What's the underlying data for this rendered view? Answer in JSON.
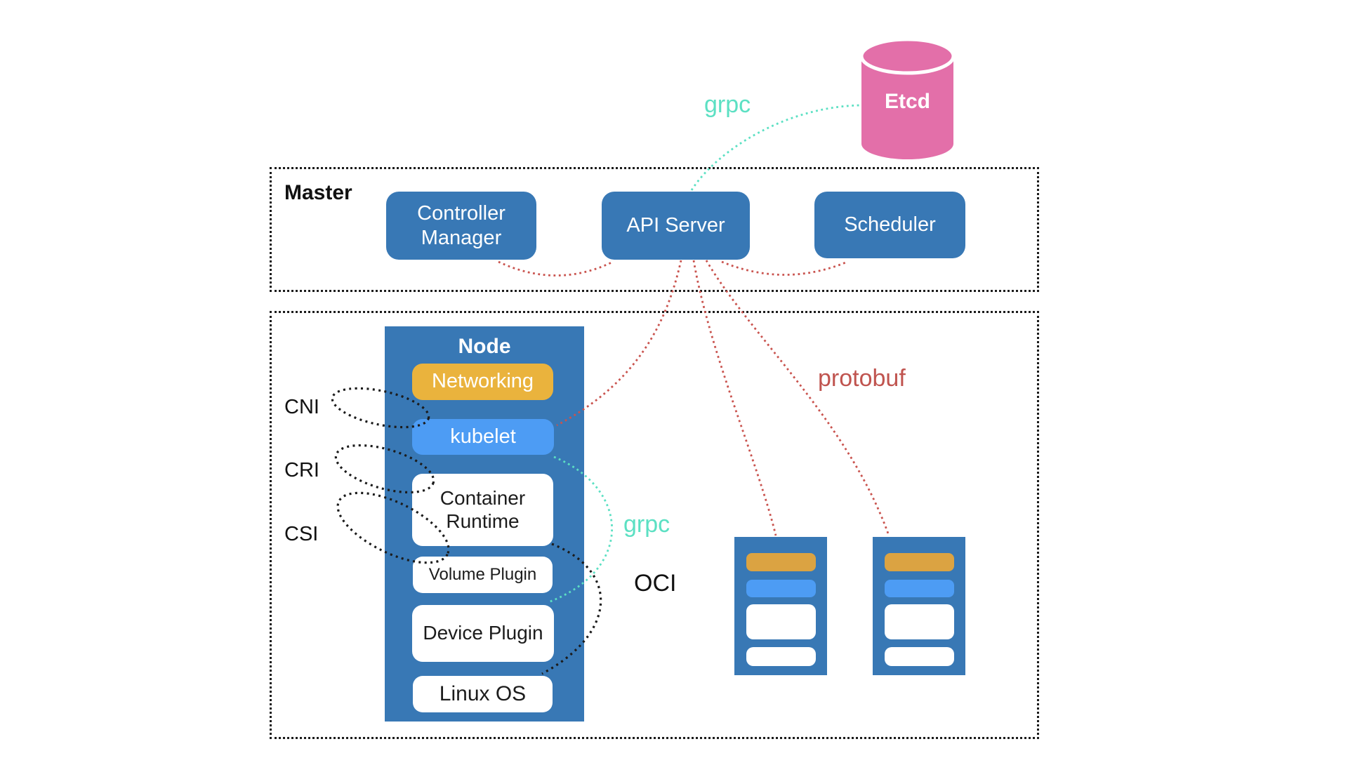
{
  "master": {
    "label": "Master",
    "controller_manager": "Controller Manager",
    "api_server": "API Server",
    "scheduler": "Scheduler"
  },
  "etcd": {
    "label": "Etcd"
  },
  "node": {
    "title": "Node",
    "networking": "Networking",
    "kubelet": "kubelet",
    "container_runtime": "Container Runtime",
    "volume_plugin": "Volume Plugin",
    "device_plugin": "Device Plugin",
    "linux_os": "Linux OS"
  },
  "interfaces": {
    "cni": "CNI",
    "cri": "CRI",
    "csi": "CSI",
    "oci": "OCI"
  },
  "protocols": {
    "grpc_etcd": "grpc",
    "grpc_runtime": "grpc",
    "protobuf": "protobuf"
  },
  "colors": {
    "primary_blue": "#3878b5",
    "light_blue": "#4d9cf4",
    "accent_yellow": "#eab33d",
    "worker_bar_orange": "#dba342",
    "etcd_pink": "#e36fa9",
    "line_red": "#c9534e",
    "line_teal": "#5ce0c3",
    "line_black": "#1b1b1b"
  }
}
